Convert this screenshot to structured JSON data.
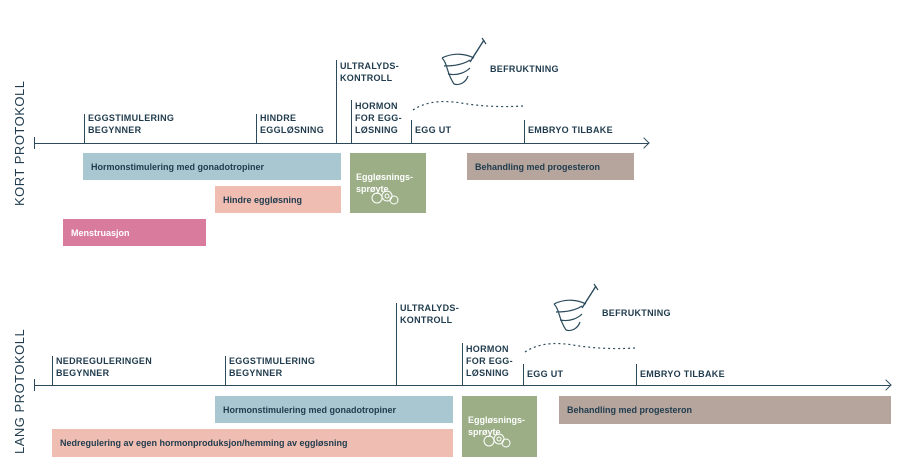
{
  "colors": {
    "axis": "#2b4a5c",
    "blue": "#a8c7d1",
    "pink_light": "#efbdb2",
    "magenta": "#d97b9c",
    "green": "#9bae86",
    "taupe": "#b5a59d"
  },
  "short": {
    "side_label": "KORT PROTOKOLL",
    "ticks": {
      "egg_stim": "EGGSTIMULERING\nBEGYNNER",
      "hindre": "HINDRE\nEGGLØSNING",
      "ultralyd": "ULTRALYDS-\nKONTROLL",
      "hormon": "HORMON\nFOR EGG-\nLØSNING",
      "egg_ut": "EGG UT",
      "embryo": "EMBRYO TILBAKE",
      "befruktning": "BEFRUKTNING"
    },
    "bars": {
      "hormonstim": "Hormonstimulering med gonadotropiner",
      "hindre": "Hindre eggløsning",
      "mens": "Menstruasjon",
      "trigger": "Eggløsnings-\nsprøyte",
      "progesteron": "Behandling med progesteron"
    }
  },
  "long": {
    "side_label": "LANG PROTOKOLL",
    "ticks": {
      "nedreg": "NEDREGULERINGEN\nBEGYNNER",
      "egg_stim": "EGGSTIMULERING\nBEGYNNER",
      "ultralyd": "ULTRALYDS-\nKONTROLL",
      "hormon": "HORMON\nFOR EGG-\nLØSNING",
      "egg_ut": "EGG UT",
      "embryo": "EMBRYO TILBAKE",
      "befruktning": "BEFRUKTNING"
    },
    "bars": {
      "hormonstim": "Hormonstimulering med gonadotropiner",
      "nedreg": "Nedregulering av egen hormonproduksjon/hemming av eggløsning",
      "trigger": "Eggløsnings-\nsprøyte",
      "progesteron": "Behandling med progesteron"
    }
  },
  "icons": {
    "hand": "hand-with-needle-icon",
    "syringe": "syringe-icon",
    "dots": "egg-cells-icon"
  }
}
